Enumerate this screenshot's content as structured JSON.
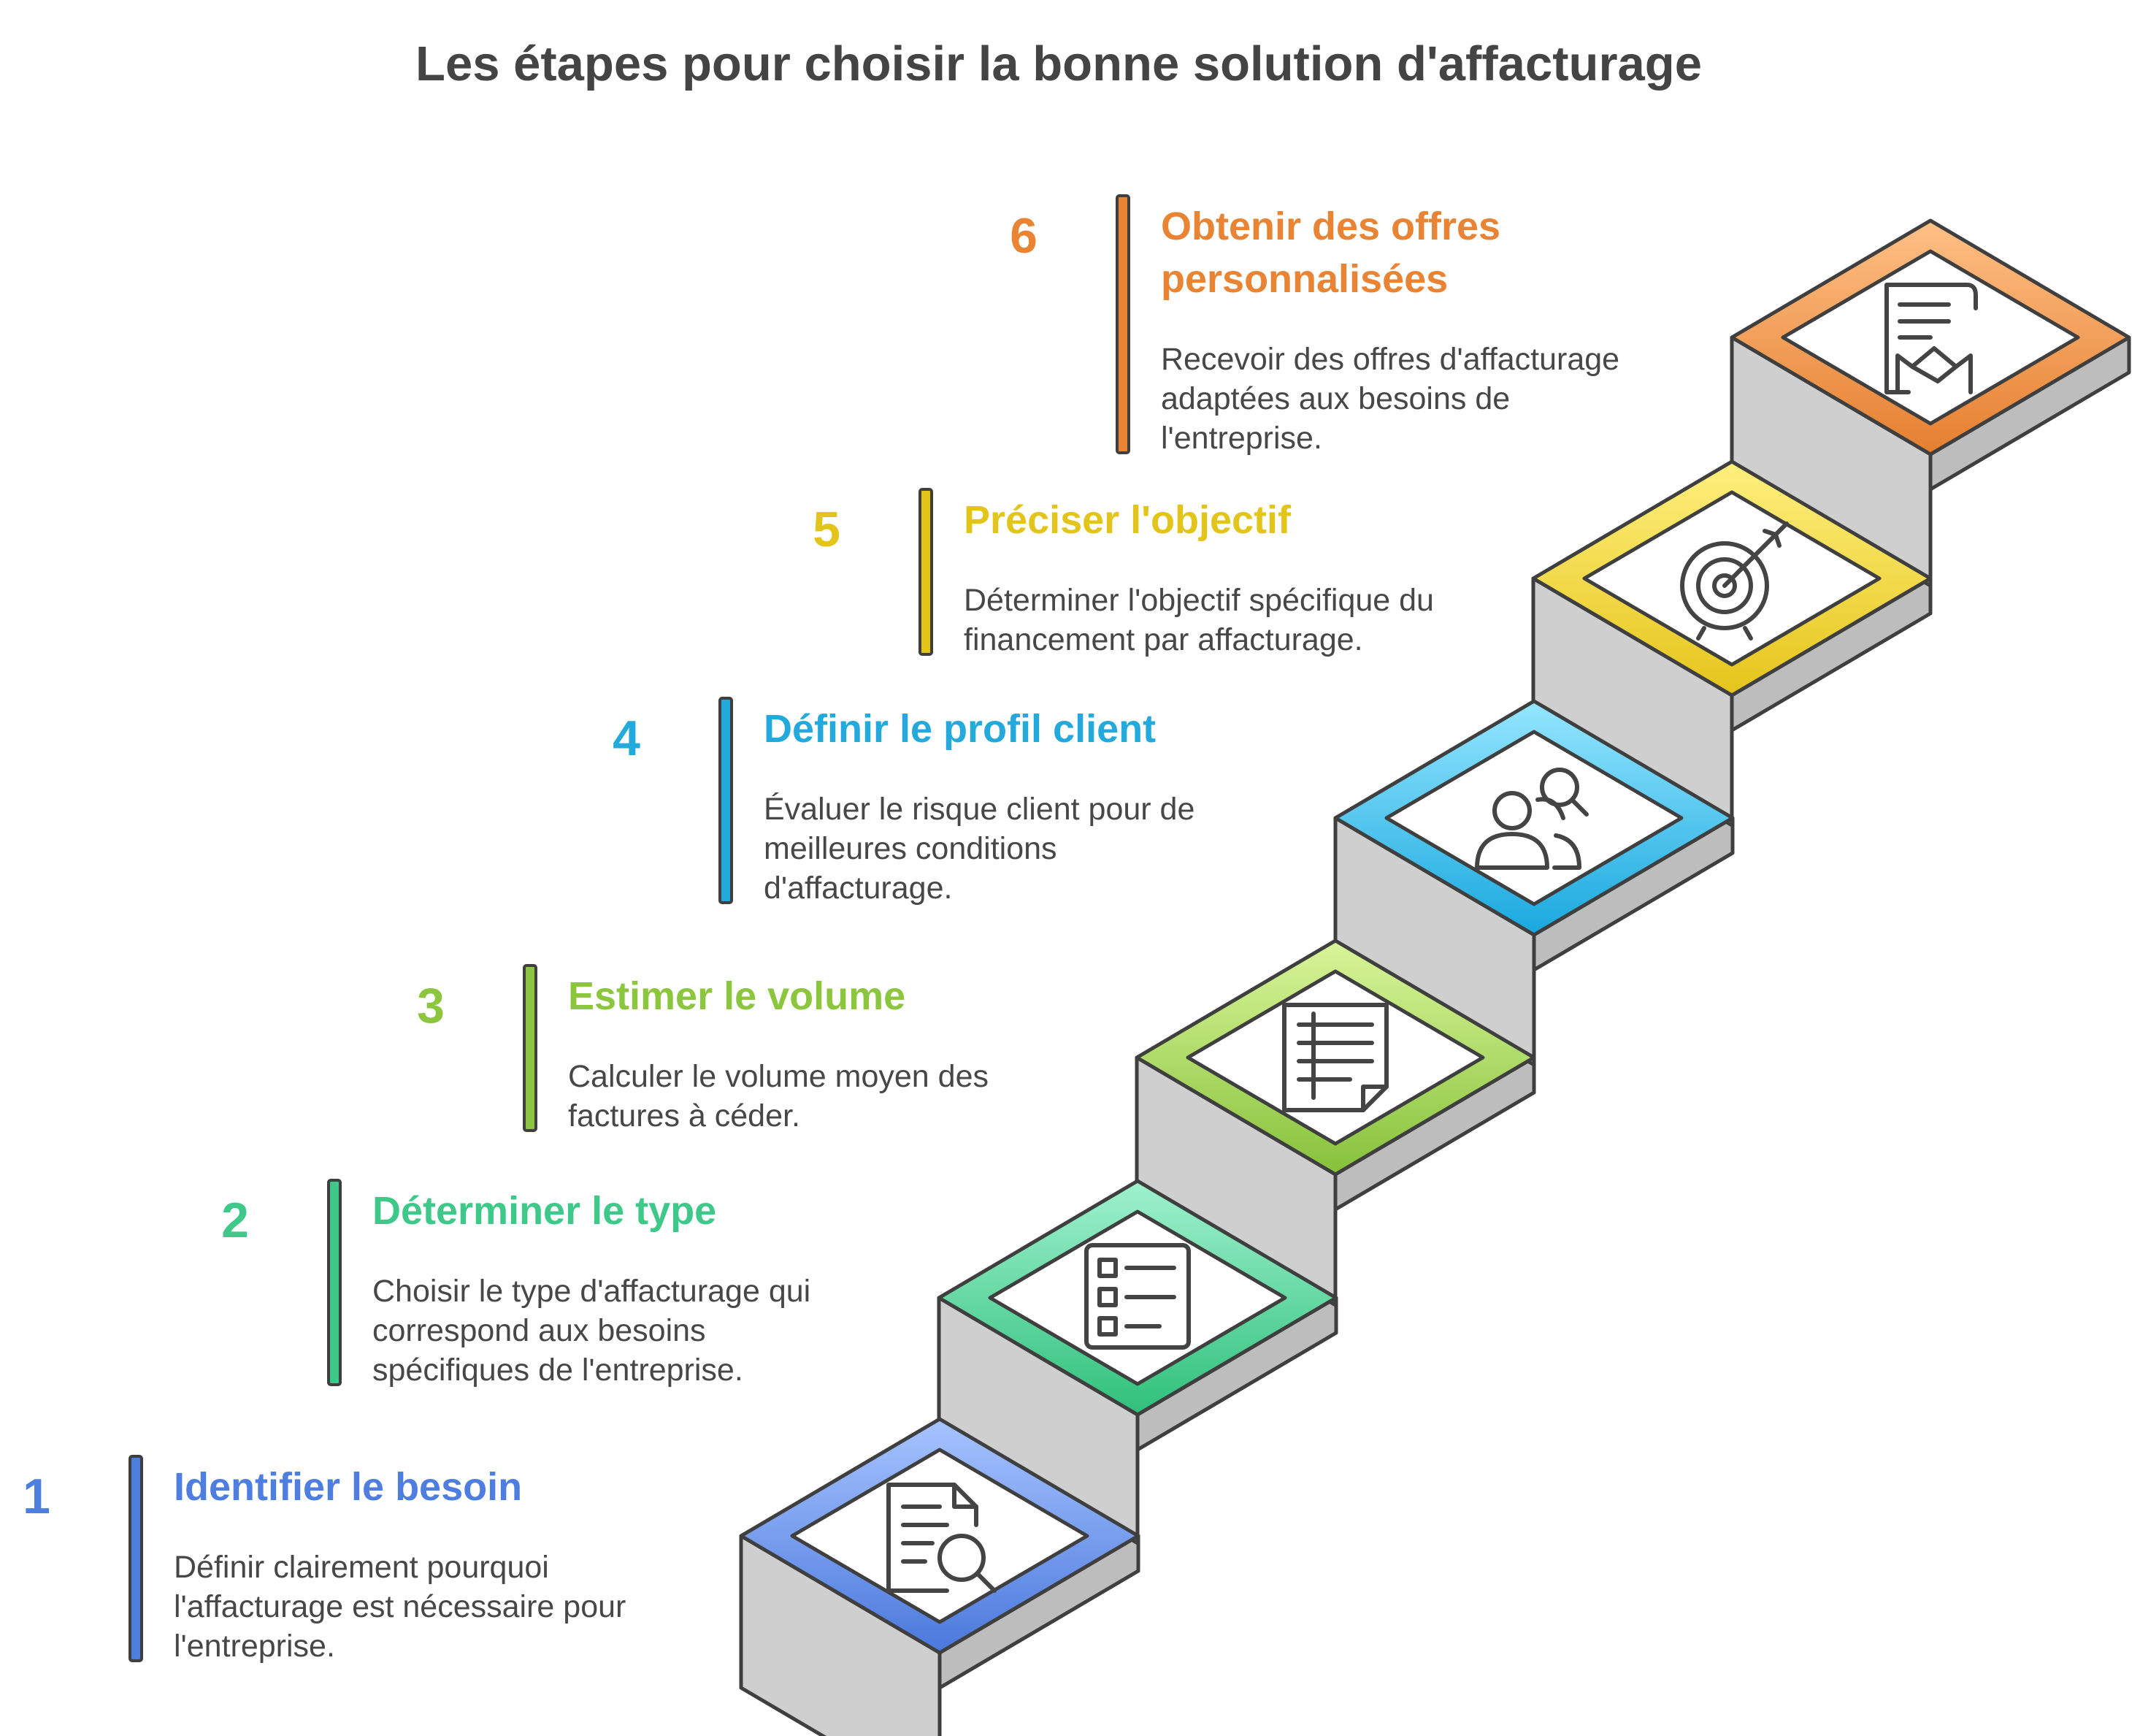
{
  "title": "Les étapes pour choisir la bonne solution d'affacturage",
  "steps": [
    {
      "number": "1",
      "title": [
        "Identifier le besoin"
      ],
      "description": [
        "Définir clairement pourquoi",
        "l'affacturage est nécessaire pour",
        "l'entreprise."
      ],
      "color": "#4e7fe0",
      "icon": "document-search-icon"
    },
    {
      "number": "2",
      "title": [
        "Déterminer le type"
      ],
      "description": [
        "Choisir le type d'affacturage qui",
        "correspond aux besoins",
        "spécifiques de l'entreprise."
      ],
      "color": "#3ec98a",
      "icon": "checklist-icon"
    },
    {
      "number": "3",
      "title": [
        "Estimer le volume"
      ],
      "description": [
        "Calculer le volume moyen des",
        "factures à céder."
      ],
      "color": "#8cc63f",
      "icon": "invoice-lines-icon"
    },
    {
      "number": "4",
      "title": [
        "Définir le profil client"
      ],
      "description": [
        "Évaluer le risque client pour de",
        "meilleures conditions",
        "d'affacturage."
      ],
      "color": "#23a9dc",
      "icon": "people-search-icon"
    },
    {
      "number": "5",
      "title": [
        "Préciser l'objectif"
      ],
      "description": [
        "Déterminer l'objectif spécifique du",
        "financement par affacturage."
      ],
      "color": "#e3c41b",
      "icon": "target-arrow-icon"
    },
    {
      "number": "6",
      "title": [
        "Obtenir des offres",
        "personnalisées"
      ],
      "description": [
        "Recevoir des offres d'affacturage",
        "adaptées aux besoins de",
        "l'entreprise."
      ],
      "color": "#e88433",
      "icon": "contract-handshake-icon"
    }
  ]
}
